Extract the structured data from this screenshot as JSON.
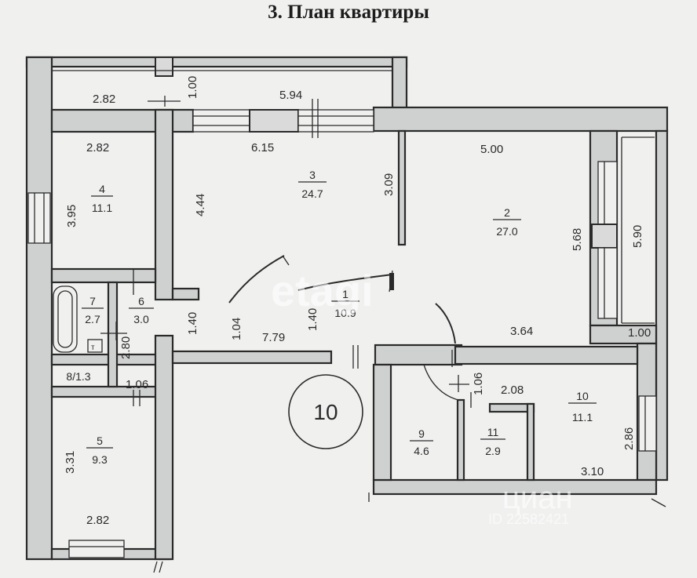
{
  "title": "3. План квартиры",
  "room_number_circle": "10",
  "rooms": [
    {
      "id": "1",
      "area": "10.9"
    },
    {
      "id": "2",
      "area": "27.0"
    },
    {
      "id": "3",
      "area": "24.7"
    },
    {
      "id": "4",
      "area": "11.1"
    },
    {
      "id": "5",
      "area": "9.3"
    },
    {
      "id": "6",
      "area": "3.0"
    },
    {
      "id": "7",
      "area": "2.7"
    },
    {
      "id": "8/1.3",
      "area": ""
    },
    {
      "id": "9",
      "area": "4.6"
    },
    {
      "id": "10",
      "area": "11.1"
    },
    {
      "id": "11",
      "area": "2.9"
    }
  ],
  "dimensions": [
    "2.82",
    "1.00",
    "5.94",
    "6.15",
    "5.00",
    "2.82",
    "3.95",
    "4.44",
    "3.09",
    "5.68",
    "5.90",
    "1.40",
    "1.04",
    "7.79",
    "1.40",
    "3.64",
    "1.00",
    "2.80",
    "1.06",
    "1.06",
    "2.08",
    "2.86",
    "3.31",
    "3.10",
    "2.82"
  ],
  "watermarks": {
    "etagi": "etagi",
    "cian": "циан",
    "id": "ID 22582421"
  }
}
